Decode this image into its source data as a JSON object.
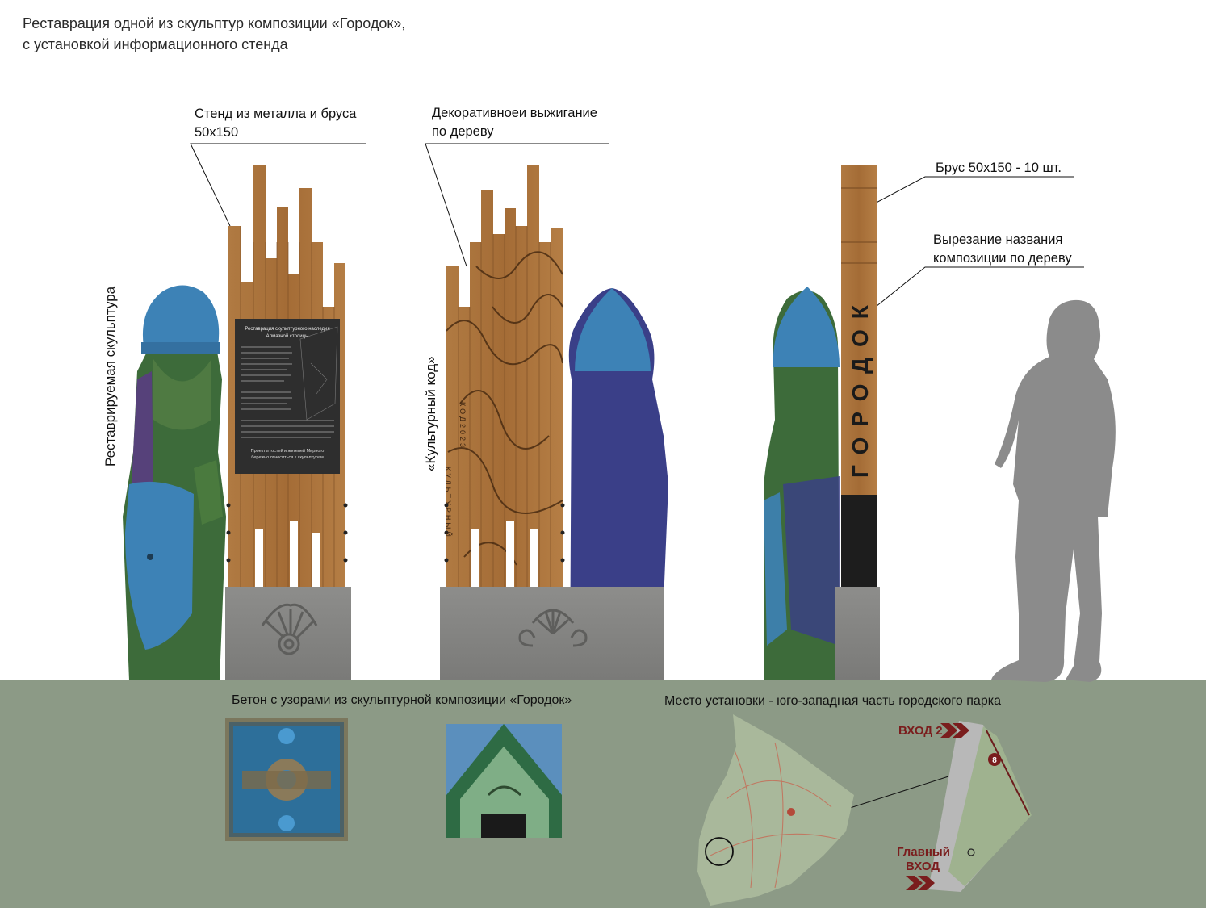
{
  "title": {
    "line1": "Реставрация одной из скульптур композиции «Городок»,",
    "line2": "с установкой информационного стенда"
  },
  "callouts": {
    "stand_line1": "Стенд из металла и бруса",
    "stand_line2": "50х150",
    "burning_line1": "Декоративноеи выжигание",
    "burning_line2": "по дереву",
    "beam": "Брус 50х150 - 10 шт.",
    "carving_line1": "Вырезание названия",
    "carving_line2": "композиции по дереву"
  },
  "vertical_labels": {
    "sculpture": "Реставрируемая скульптура",
    "code": "«Культурный код»"
  },
  "panel": {
    "heading_line1": "Реставрация скульптурного наследия",
    "heading_line2": "Алмазной столицы",
    "footer_line1": "Проекты гостей и жителей Мирного",
    "footer_line2": "бережно относиться к скульптурам"
  },
  "burned_text": {
    "col1": "КУЛЬТУРНЫЙ",
    "col2": "КОД2023"
  },
  "carved_name": "ГОРОДОК",
  "bottom": {
    "concrete_label": "Бетон с узорами из скульптурной композиции  «Городок»",
    "place_label": "Место установки - юго-западная часть городского парка"
  },
  "map": {
    "entrance2": "ВХОД 2",
    "main_entrance_line1": "Главный",
    "main_entrance_line2": "ВХОД",
    "marker": "8"
  },
  "colors": {
    "wood": "#a8703a",
    "helmet_blue": "#3d82b6",
    "sculpture_green": "#3d6b3a",
    "sculpture_purple": "#3a3f88",
    "concrete": "#8a8a88",
    "ground": "#8c9a86",
    "map_red": "#7a1d1d"
  }
}
